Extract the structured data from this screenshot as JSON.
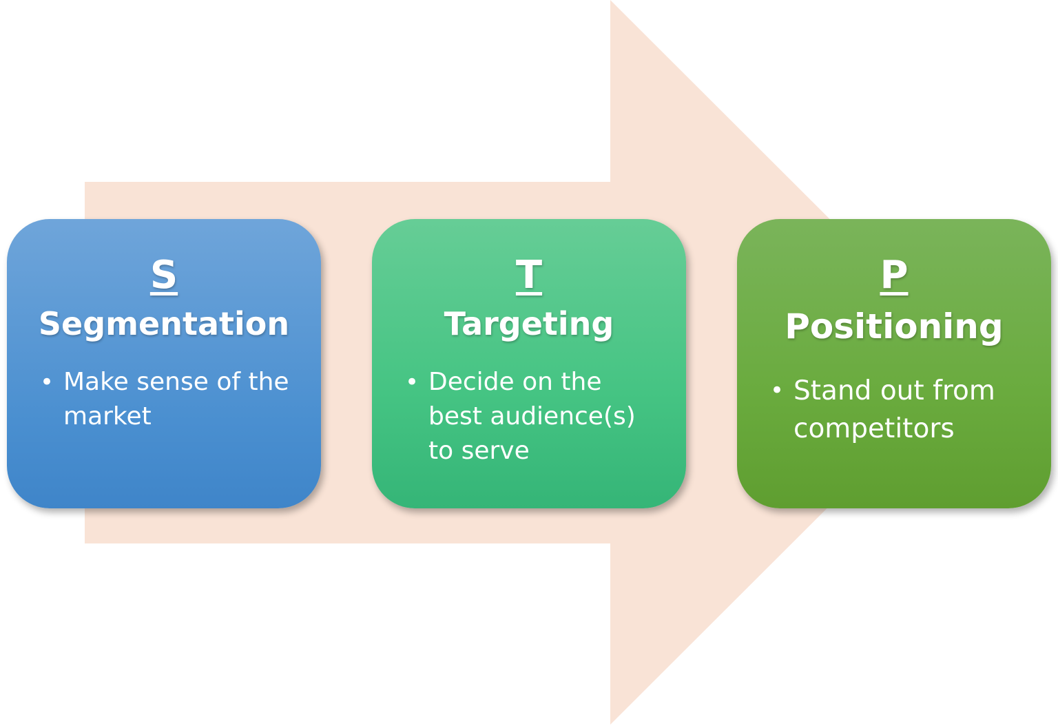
{
  "diagram": {
    "arrow_color": "#f9e3d6",
    "steps": [
      {
        "letter": "S",
        "title": "Segmentation",
        "bullet": "Make sense of the market",
        "color": "#5597d4"
      },
      {
        "letter": "T",
        "title": "Targeting",
        "bullet": "Decide on the best audience(s) to serve",
        "color": "#45c483"
      },
      {
        "letter": "P",
        "title": "Positioning",
        "bullet": "Stand out from competitors",
        "color": "#6aab3e"
      }
    ]
  }
}
